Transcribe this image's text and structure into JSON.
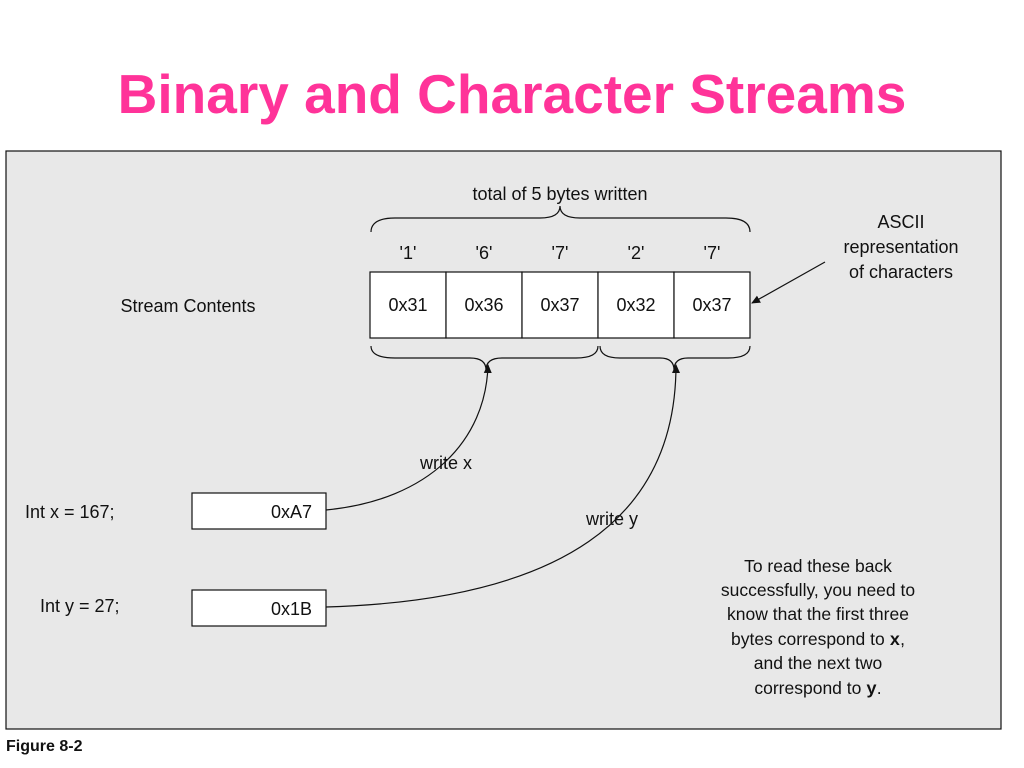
{
  "slide": {
    "title": "Binary and Character Streams"
  },
  "figure": {
    "caption": "Figure 8-2",
    "bytes_label": "total of 5 bytes written",
    "stream_label": "Stream Contents",
    "ascii_label_lines": [
      "ASCII",
      "representation",
      "of characters"
    ],
    "chars": [
      "'1'",
      "'6'",
      "'7'",
      "'2'",
      "'7'"
    ],
    "bytes": [
      "0x31",
      "0x36",
      "0x37",
      "0x32",
      "0x37"
    ],
    "variables": [
      {
        "decl": "Int x = 167;",
        "hex": "0xA7",
        "write_label": "write x"
      },
      {
        "decl": "Int y = 27;",
        "hex": "0x1B",
        "write_label": "write y"
      }
    ],
    "note": {
      "line1": "To read these back",
      "line2": "successfully, you need to",
      "line3": "know that the first three",
      "line4_prefix": "bytes correspond to ",
      "line4_var": "x",
      "line4_suffix": ",",
      "line5": "and the next two",
      "line6_prefix": "correspond to ",
      "line6_var": "y",
      "line6_suffix": "."
    }
  },
  "colors": {
    "title": "#ff3399",
    "panel_bg": "#e8e8e8",
    "box_bg": "#ffffff",
    "stroke": "#111111"
  }
}
